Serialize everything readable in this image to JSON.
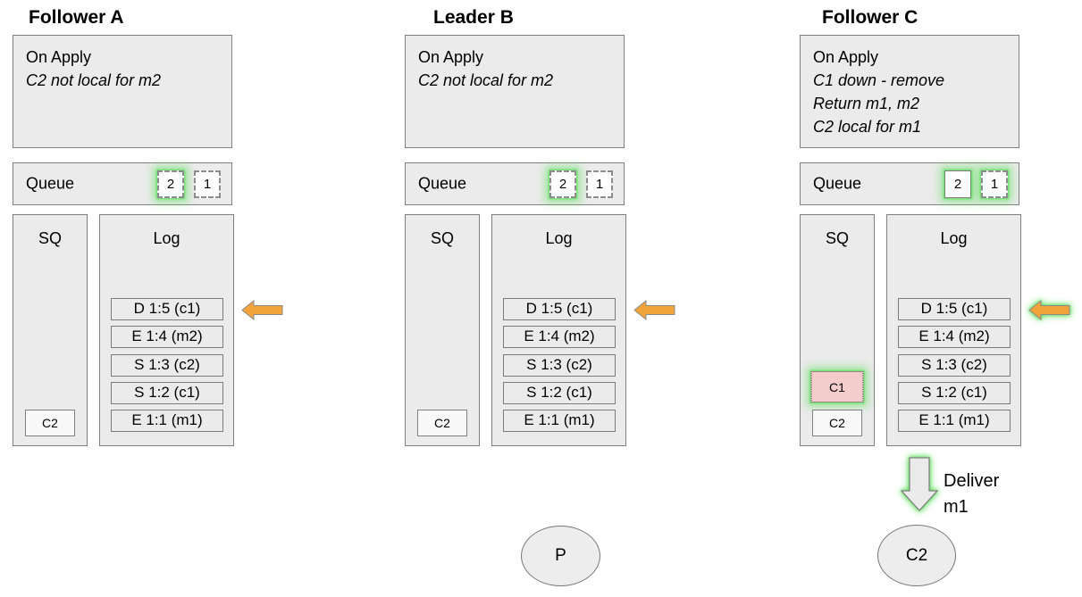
{
  "nodes": [
    {
      "title": "Follower A",
      "on_apply": {
        "label": "On Apply",
        "notes": [
          "C2 not local for m2"
        ]
      },
      "queue": {
        "label": "Queue",
        "slots": [
          {
            "value": "2",
            "border": "dashed",
            "highlighted": true
          },
          {
            "value": "1",
            "border": "dashed",
            "highlighted": false
          }
        ]
      },
      "sq": {
        "label": "SQ",
        "subscribers": [
          {
            "value": "C2",
            "status": "up"
          }
        ]
      },
      "log": {
        "label": "Log",
        "entries": [
          "D 1:5 (c1)",
          "E 1:4 (m2)",
          "S 1:3 (c2)",
          "S 1:2 (c1)",
          "E 1:1 (m1)"
        ],
        "pointer_highlighted": false
      }
    },
    {
      "title": "Leader B",
      "on_apply": {
        "label": "On Apply",
        "notes": [
          "C2 not local for m2"
        ]
      },
      "queue": {
        "label": "Queue",
        "slots": [
          {
            "value": "2",
            "border": "dashed",
            "highlighted": true
          },
          {
            "value": "1",
            "border": "dashed",
            "highlighted": false
          }
        ]
      },
      "sq": {
        "label": "SQ",
        "subscribers": [
          {
            "value": "C2",
            "status": "up"
          }
        ]
      },
      "log": {
        "label": "Log",
        "entries": [
          "D 1:5 (c1)",
          "E 1:4 (m2)",
          "S 1:3 (c2)",
          "S 1:2 (c1)",
          "E 1:1 (m1)"
        ],
        "pointer_highlighted": false
      }
    },
    {
      "title": "Follower C",
      "on_apply": {
        "label": "On Apply",
        "notes": [
          "C1 down - remove",
          "Return m1, m2",
          "C2 local for m1"
        ]
      },
      "queue": {
        "label": "Queue",
        "slots": [
          {
            "value": "2",
            "border": "solid",
            "highlighted": true
          },
          {
            "value": "1",
            "border": "dashed",
            "highlighted": true
          }
        ]
      },
      "sq": {
        "label": "SQ",
        "subscribers": [
          {
            "value": "C1",
            "status": "down",
            "highlighted": true
          },
          {
            "value": "C2",
            "status": "up"
          }
        ]
      },
      "log": {
        "label": "Log",
        "entries": [
          "D 1:5 (c1)",
          "E 1:4 (m2)",
          "S 1:3 (c2)",
          "S 1:2 (c1)",
          "E 1:1 (m1)"
        ],
        "pointer_highlighted": true
      }
    }
  ],
  "bottom": {
    "producer_label": "P",
    "consumer_label": "C2",
    "deliver_lines": [
      "Deliver",
      "m1"
    ]
  },
  "colors": {
    "box_fill": "#ebebeb",
    "box_border": "#808080",
    "slot_fill": "#ffffff",
    "down_pink": "#f4cccc",
    "arrow_orange": "#f2a43a",
    "accent_green": "#57dd57"
  }
}
